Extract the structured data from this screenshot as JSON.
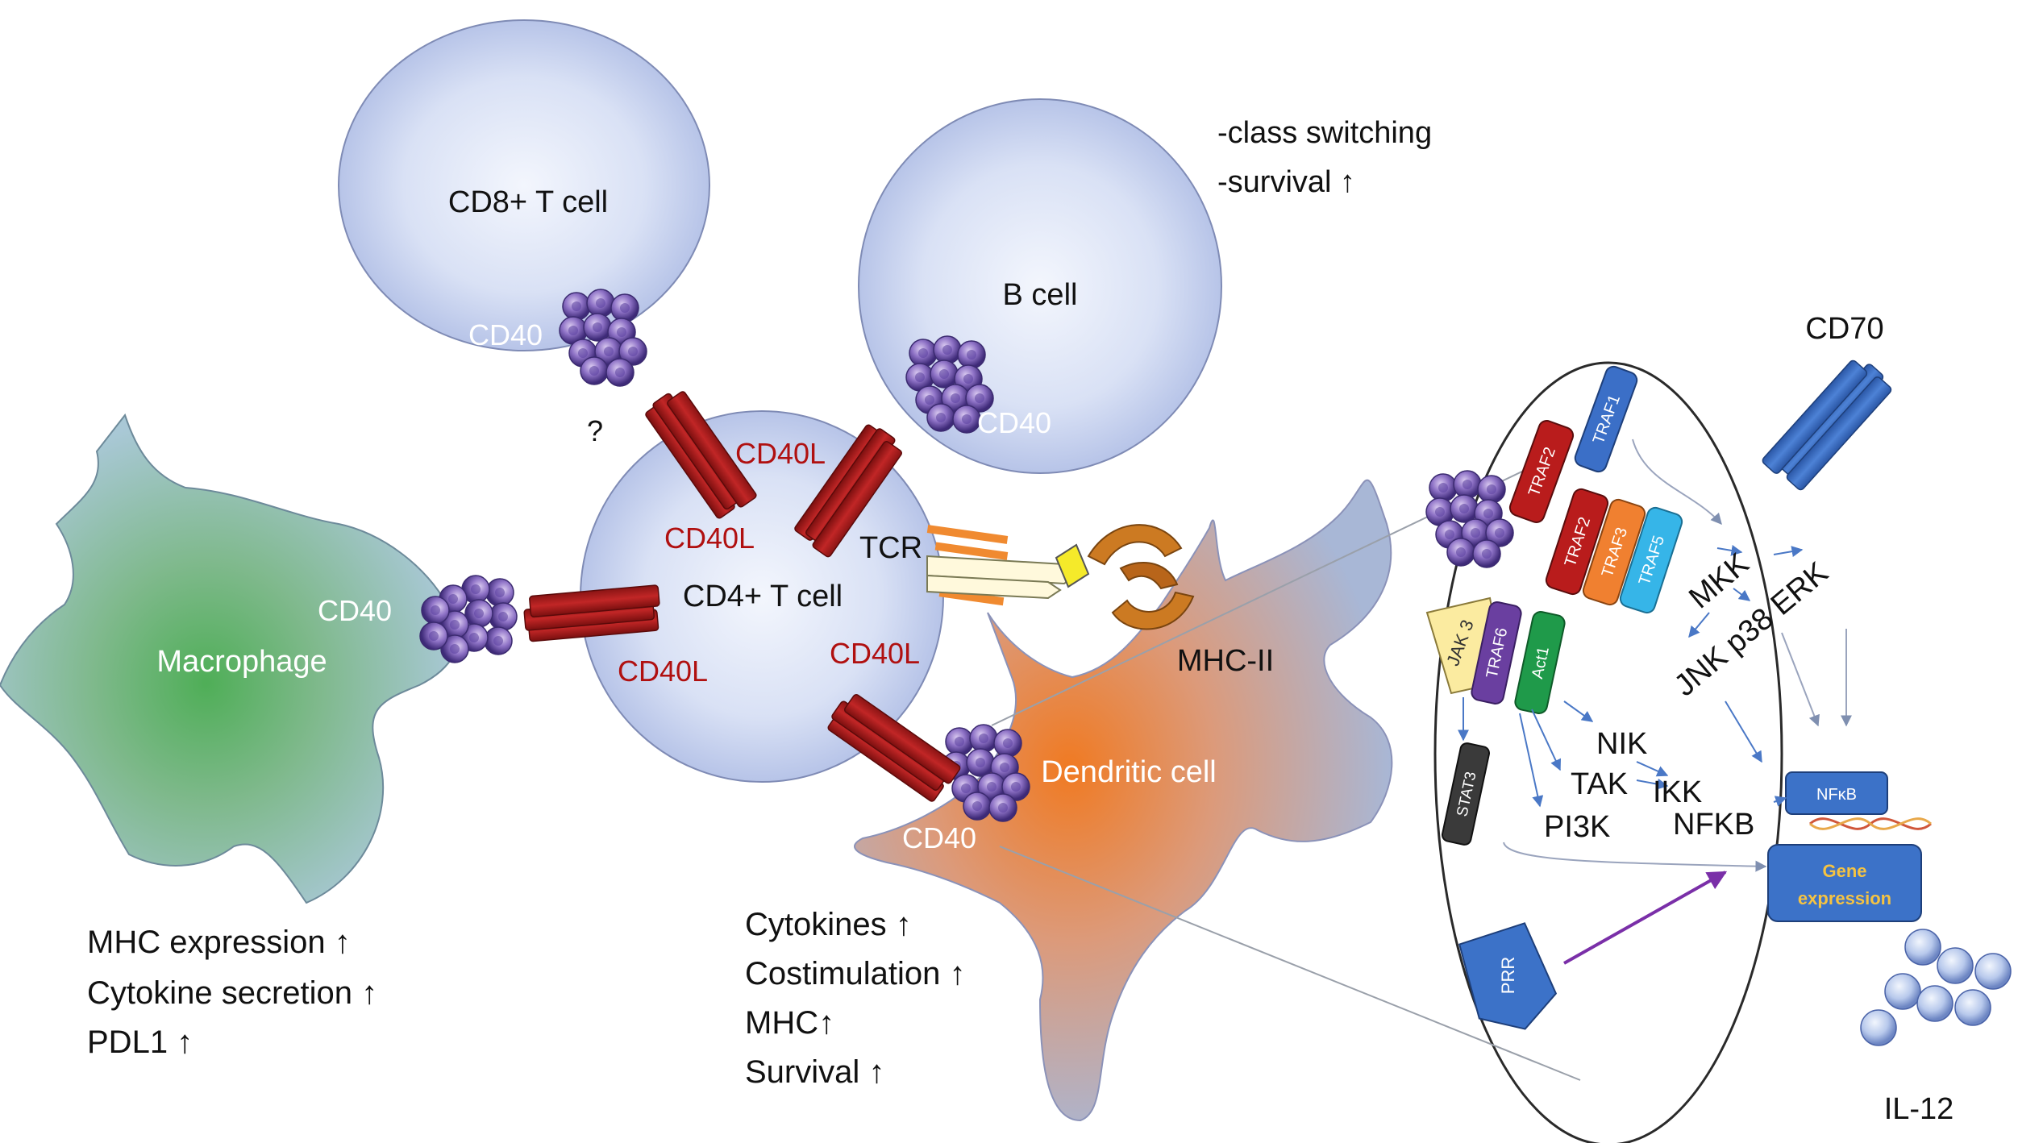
{
  "cells": {
    "cd8": "CD8+  T cell",
    "bcell": "B cell",
    "cd4": "CD4+ T cell",
    "macrophage": "Macrophage",
    "dendritic": "Dendritic cell"
  },
  "receptors": {
    "cd40_cd8": "CD40",
    "cd40_bcell": "CD40",
    "cd40_macrophage": "CD40",
    "cd40_dendritic": "CD40",
    "cd40l_top": "CD40L",
    "cd40l_left": "CD40L",
    "cd40l_bottom_left": "CD40L",
    "cd40l_bottom_right": "CD40L",
    "question": "?",
    "tcr": "TCR",
    "mhc2": "MHC-II",
    "cd70": "CD70"
  },
  "effects": {
    "bcell": [
      "-class switching",
      "-survival ↑"
    ],
    "macrophage": [
      "MHC expression ↑",
      "Cytokine secretion ↑",
      "PDL1 ↑"
    ],
    "dendritic": [
      "Cytokines ↑",
      "Costimulation ↑",
      "MHC↑",
      "Survival ↑"
    ]
  },
  "signaling": {
    "traf2a": "TRAF2",
    "traf1": "TRAF1",
    "traf2b": "TRAF2",
    "traf3": "TRAF3",
    "traf5": "TRAF5",
    "jak3": "JAK 3",
    "traf6": "TRAF6",
    "act1": "Act1",
    "stat3": "STAT3",
    "mkk": "MKK",
    "jnk": "JNK p38 ERK",
    "nik": "NIK",
    "tak": "TAK",
    "ikk": "IKK",
    "pi3k": "PI3K",
    "nfkb": "NFKB",
    "nfkb_box": "NFκB",
    "gene1": "Gene",
    "gene2": "expression",
    "prr": "PRR",
    "il12": "IL-12"
  },
  "colors": {
    "cell_fill": "#c9d4f0",
    "cd40l_red": "#a91d1d",
    "cd40_purple": "#7e62b8",
    "macrophage_green": "#6fad6f",
    "dendritic_orange": "#e9823e",
    "traf_red": "#b91c1c",
    "traf_blue": "#3b6fc7",
    "traf3_orange": "#f08030",
    "traf5_cyan": "#36b5e8",
    "traf6_purple": "#6a3fa0",
    "act1_green": "#1f9a4a",
    "jak_yellow": "#fbeba0",
    "stat3_gray": "#3a3a3a",
    "box_blue": "#3c72c8",
    "gene_text": "#f5c342",
    "prr_arrow": "#7a2fa8"
  },
  "icons": [
    "cd40-receptor-cluster",
    "cd40l-trimer",
    "il12-cluster",
    "dna-helix"
  ]
}
